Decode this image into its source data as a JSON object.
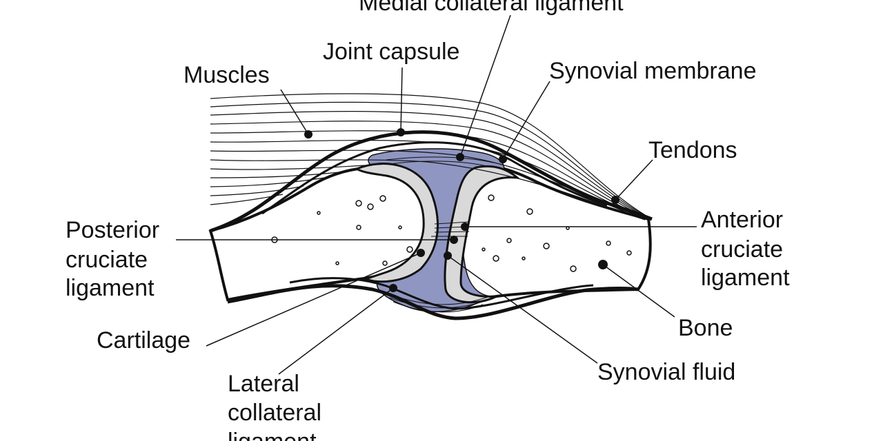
{
  "colors": {
    "synovial_fluid": "#8f96c2",
    "cartilage": "#d9d9d9",
    "ink": "#111111",
    "bone": "#ffffff"
  },
  "labels": {
    "medial_collateral_ligament": "Medial collateral ligament",
    "joint_capsule": "Joint capsule",
    "muscles": "Muscles",
    "synovial_membrane": "Synovial membrane",
    "tendons": "Tendons",
    "posterior_cruciate_ligament": [
      "Posterior",
      "cruciate",
      "ligament"
    ],
    "anterior_cruciate_ligament": [
      "Anterior",
      "cruciate",
      "ligament"
    ],
    "bone": "Bone",
    "cartilage": "Cartilage",
    "lateral_collateral_ligament": [
      "Lateral",
      "collateral",
      "ligament"
    ],
    "synovial_fluid": "Synovial fluid"
  }
}
